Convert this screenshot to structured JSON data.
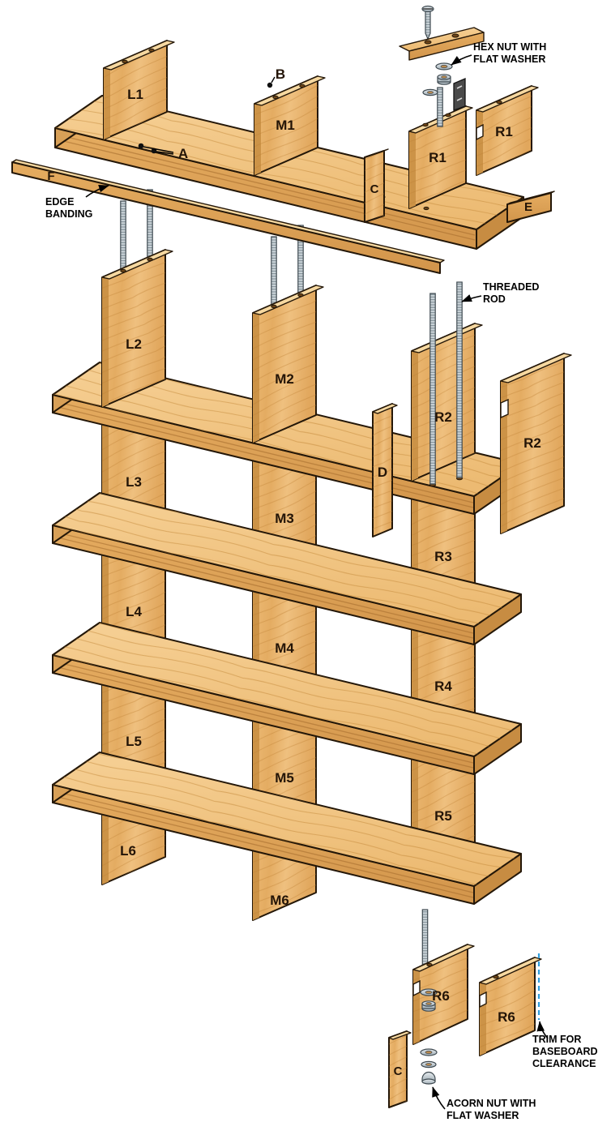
{
  "diagram": {
    "background": "#ffffff",
    "parts": {
      "A": "A",
      "B": "B",
      "C_top": "C",
      "C_bottom": "C",
      "D": "D",
      "E": "E",
      "F": "F",
      "L1": "L1",
      "L2": "L2",
      "L3": "L3",
      "L4": "L4",
      "L5": "L5",
      "L6": "L6",
      "M1": "M1",
      "M2": "M2",
      "M3": "M3",
      "M4": "M4",
      "M5": "M5",
      "M6": "M6",
      "R1_left": "R1",
      "R1_right": "R1",
      "R2_left": "R2",
      "R2_right": "R2",
      "R3": "R3",
      "R4": "R4",
      "R5": "R5",
      "R6_left": "R6",
      "R6_right": "R6"
    },
    "callouts": {
      "hex_nut": [
        "HEX NUT WITH",
        "FLAT WASHER"
      ],
      "edge_banding": [
        "EDGE",
        "BANDING"
      ],
      "threaded_rod": [
        "THREADED",
        "ROD"
      ],
      "trim": [
        "TRIM FOR",
        "BASEBOARD",
        "CLEARANCE"
      ],
      "acorn_nut": [
        "ACORN NUT WITH",
        "FLAT WASHER"
      ]
    },
    "colors": {
      "wood_top": "#F2C583",
      "wood_face": "#E8B26B",
      "wood_front": "#DDA156",
      "wood_end": "#C78C42",
      "outline": "#241708",
      "metal": "#CCD5DA",
      "dash_blue": "#2F9DDC"
    }
  }
}
